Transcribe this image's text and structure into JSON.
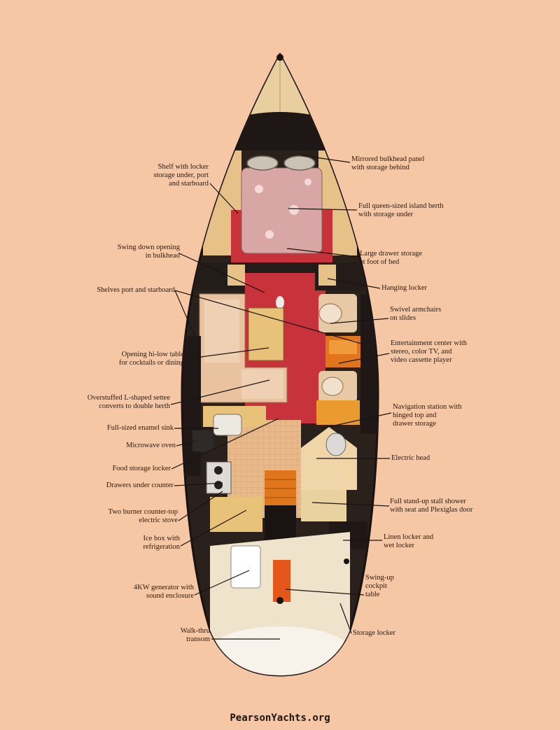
{
  "labels": {
    "shelf_with_locker": "Shelf with locker\nstorage under, port\nand starboard",
    "mirrored_bulkhead": "Mirrored bulkhead panel\nwith storage behind",
    "queen_berth": "Full queen-sized island berth\nwith storage under",
    "swing_down_opening": "Swing down opening\nin bulkhead",
    "large_drawer": "Large drawer storage\nat foot of bed",
    "hanging_locker": "Hanging locker",
    "shelves_port_starboard": "Shelves port and starboard",
    "swivel_armchairs": "Swivel armchairs\non slides",
    "entertainment_center": "Entertainment center with\nstereo, color TV, and\nvideo cassette player",
    "opening_table": "Opening hi-low table\nfor cocktails or dining",
    "settee": "Overstuffed L-shaped settee\nconverts to double berth",
    "navigation_station": "Navigation station with\nhinged top and\ndrawer storage",
    "enamel_sink": "Full-sized enamel sink",
    "microwave": "Microwave oven",
    "electric_head": "Electric head",
    "food_storage": "Food storage locker",
    "drawers_counter": "Drawers under counter",
    "shower": "Full stand-up stall shower\nwith seat and Plexiglas door",
    "stove": "Two burner counter-top\nelectric stove",
    "ice_box": "Ice box with\nrefrigeration",
    "linen_locker": "Linen locker and\nwet locker",
    "generator": "4KW generator with\nsound enclosure",
    "cockpit_table": "Swing-up\ncockpit\ntable",
    "walk_thru_transom": "Walk-thru\ntransom",
    "storage_locker": "Storage locker"
  },
  "watermark": "PearsonYachts.org",
  "colors": {
    "background": "#f6c7a5",
    "hull_outline": "#1a1210",
    "deck_wood": "#e8c98e",
    "sole_red": "#c8323a",
    "dark_panel": "#231c19",
    "orange_accent": "#e0761c"
  }
}
